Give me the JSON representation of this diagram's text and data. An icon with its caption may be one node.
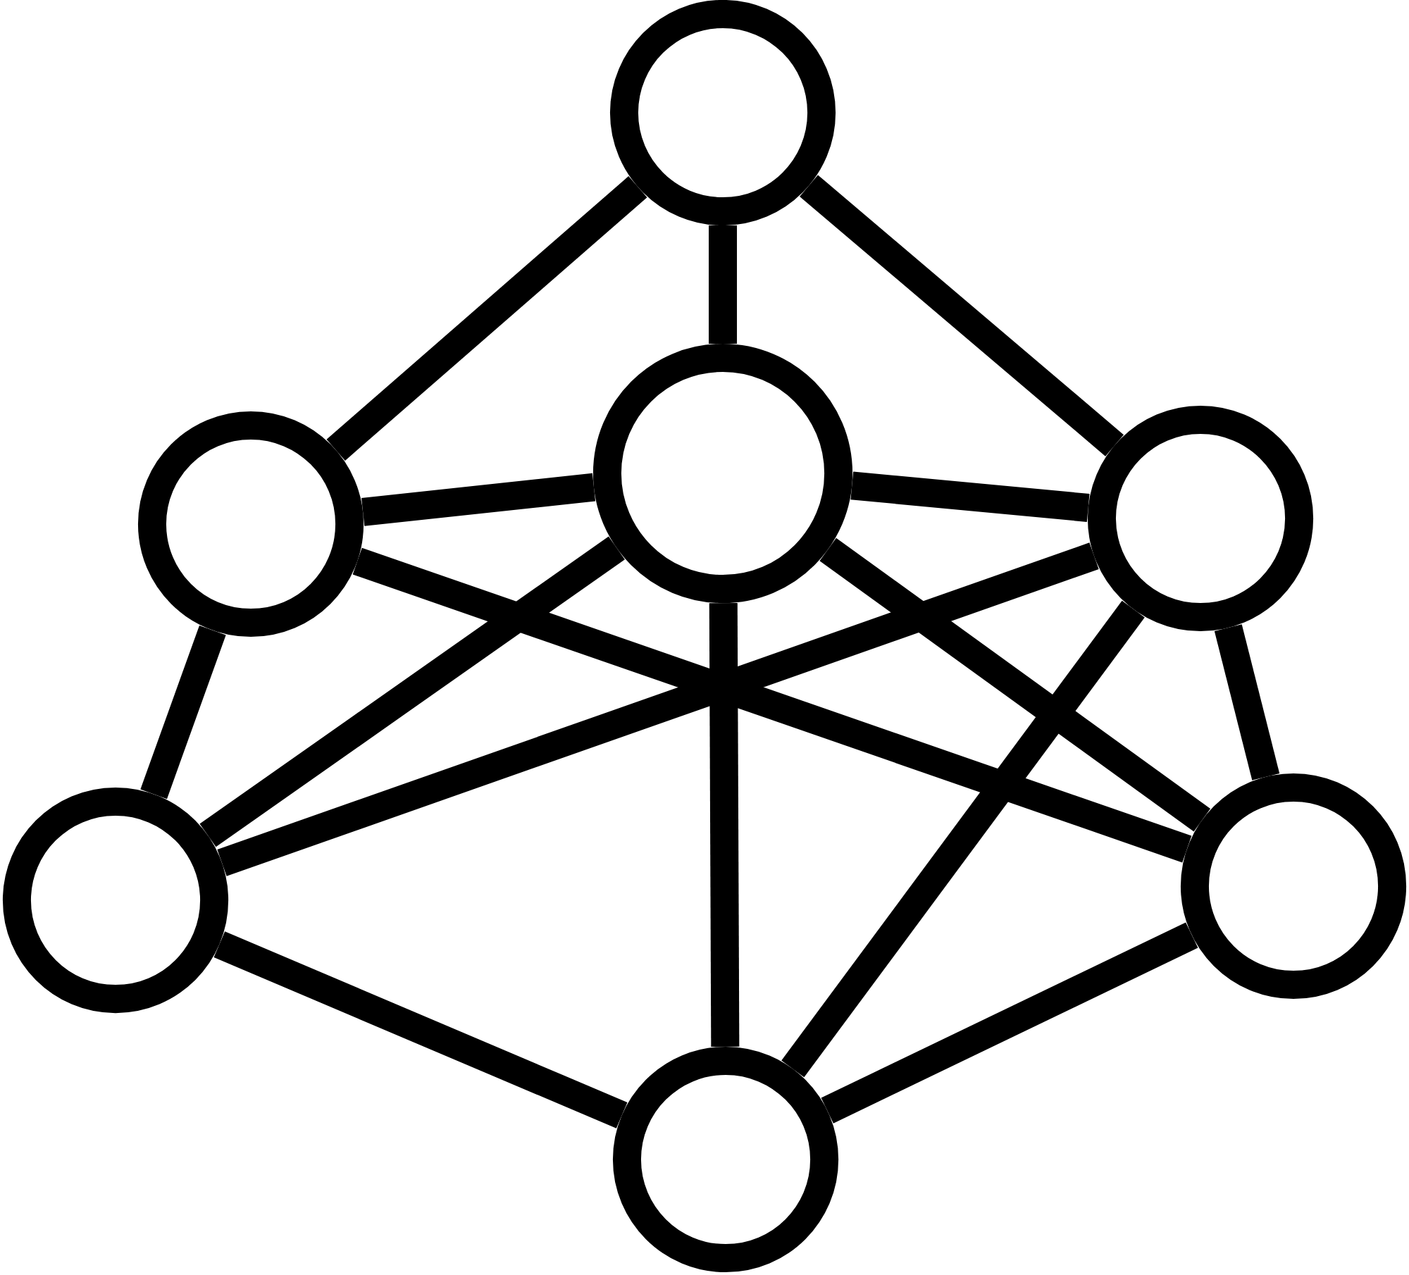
{
  "diagram": {
    "nodes": [
      {
        "text": [],
        "shape": "circle"
      },
      {
        "text": [],
        "shape": "circle"
      },
      {
        "text": [],
        "shape": "circle"
      },
      {
        "text": [],
        "shape": "circle"
      },
      {
        "text": [],
        "shape": "circle"
      },
      {
        "text": [],
        "shape": "circle"
      },
      {
        "text": [],
        "shape": "circle"
      }
    ],
    "edges": [
      {
        "from": 0,
        "to": 1,
        "arrow": "none"
      },
      {
        "from": 0,
        "to": 2,
        "arrow": "none"
      },
      {
        "from": 0,
        "to": 3,
        "arrow": "none"
      },
      {
        "from": 1,
        "to": 2,
        "arrow": "none"
      },
      {
        "from": 2,
        "to": 3,
        "arrow": "none"
      },
      {
        "from": 1,
        "to": 4,
        "arrow": "none"
      },
      {
        "from": 1,
        "to": 5,
        "arrow": "none"
      },
      {
        "from": 4,
        "to": 2,
        "arrow": "none"
      },
      {
        "from": 4,
        "to": 3,
        "arrow": "none"
      },
      {
        "from": 2,
        "to": 6,
        "arrow": "none"
      },
      {
        "from": 2,
        "to": 5,
        "arrow": "none"
      },
      {
        "from": 3,
        "to": 5,
        "arrow": "none"
      },
      {
        "from": 3,
        "to": 6,
        "arrow": "none"
      },
      {
        "from": 4,
        "to": 6,
        "arrow": "none"
      },
      {
        "from": 5,
        "to": 6,
        "arrow": "none"
      }
    ]
  }
}
